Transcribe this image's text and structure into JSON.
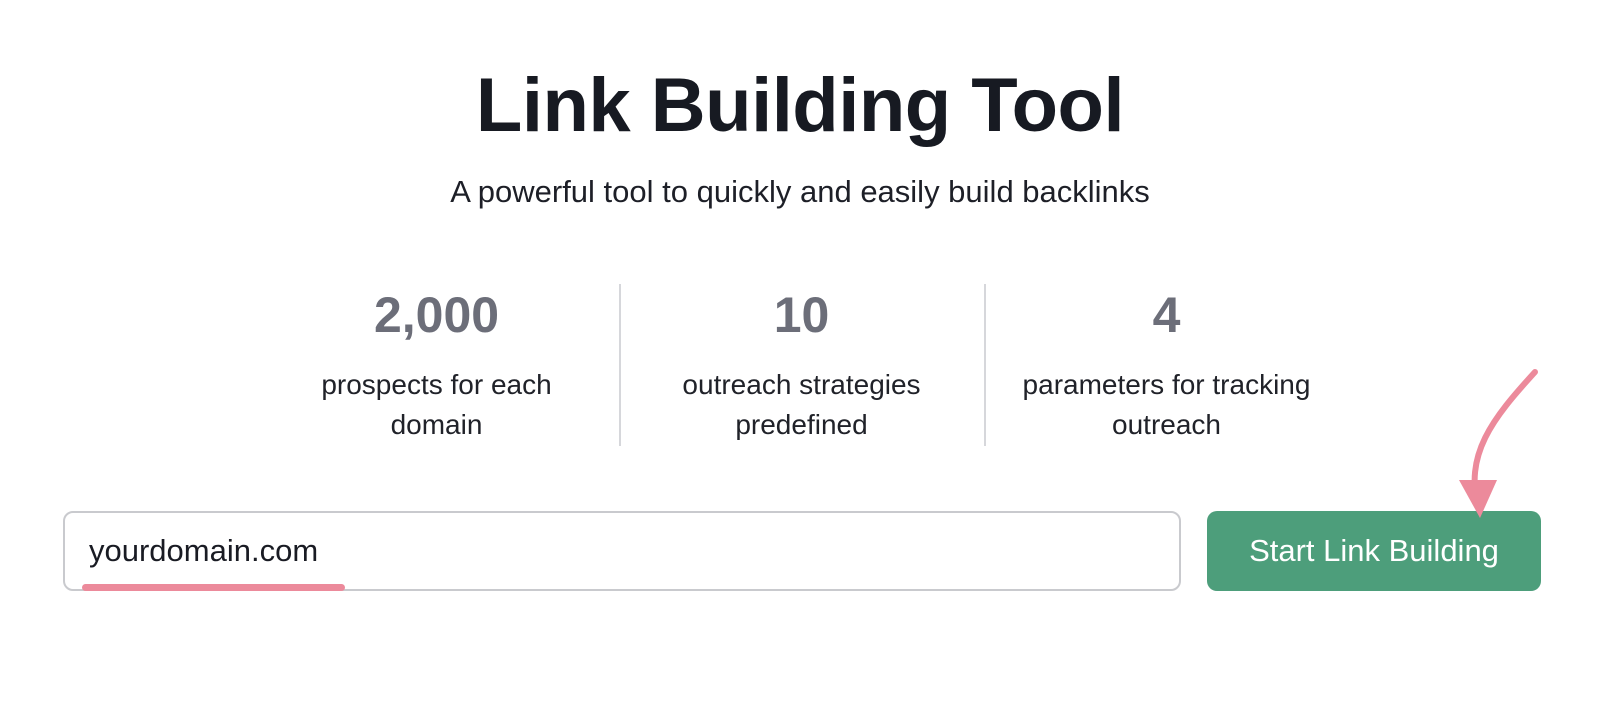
{
  "hero": {
    "title": "Link Building Tool",
    "subtitle": "A powerful tool to quickly and easily build backlinks"
  },
  "stats": [
    {
      "value": "2,000",
      "label": "prospects for each domain"
    },
    {
      "value": "10",
      "label": "outreach strategies predefined"
    },
    {
      "value": "4",
      "label": "parameters for tracking outreach"
    }
  ],
  "search": {
    "value": "yourdomain.com",
    "button_label": "Start Link Building"
  },
  "colors": {
    "button": "#4d9e7b",
    "annotation": "#ec8a9b"
  },
  "icons": {
    "annotation": "arrow-annotation-icon"
  }
}
